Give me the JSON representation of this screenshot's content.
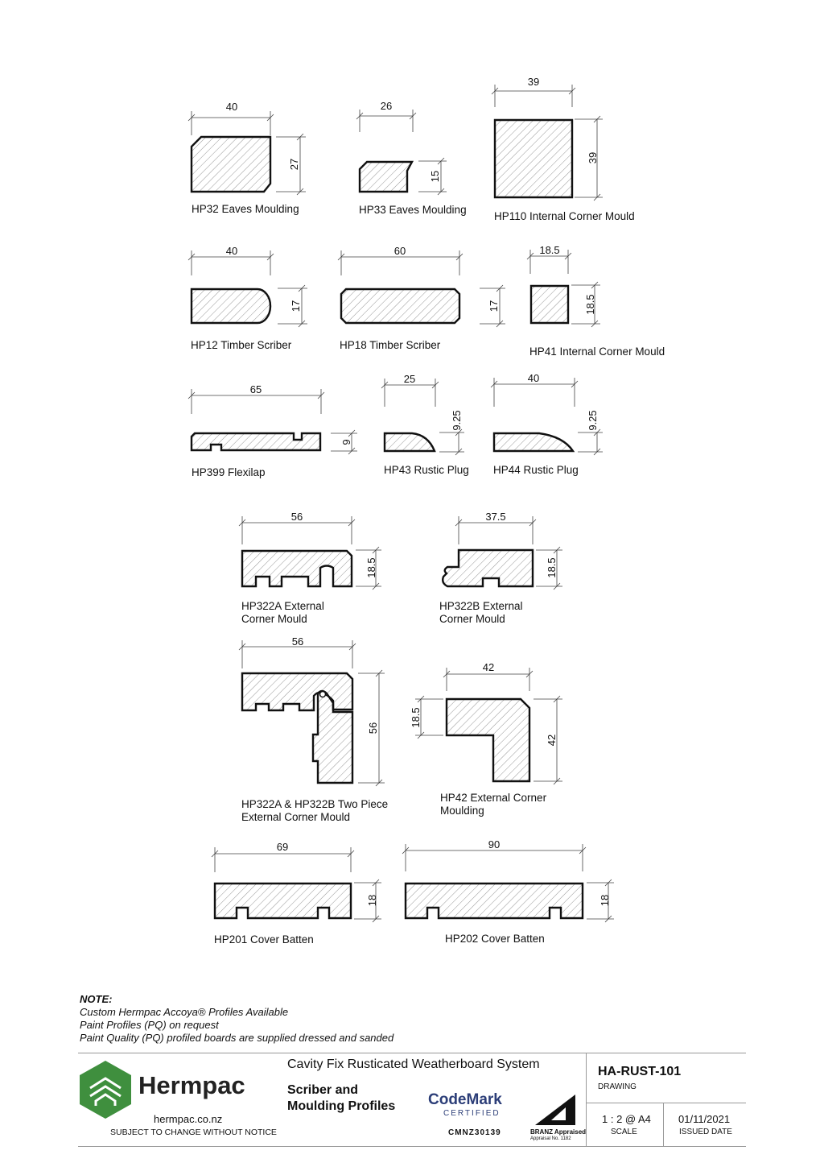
{
  "profiles": {
    "hp32": {
      "label": "HP32 Eaves Moulding",
      "w": "40",
      "h": "27"
    },
    "hp33": {
      "label": "HP33 Eaves Moulding",
      "w": "26",
      "h": "15"
    },
    "hp110": {
      "label": "HP110 Internal Corner Mould",
      "w": "39",
      "h": "39"
    },
    "hp12": {
      "label": "HP12 Timber Scriber",
      "w": "40",
      "h": "17"
    },
    "hp18": {
      "label": "HP18 Timber Scriber",
      "w": "60",
      "h": "17"
    },
    "hp41": {
      "label": "HP41 Internal Corner Mould",
      "w": "18.5",
      "h": "18.5"
    },
    "hp399": {
      "label": "HP399 Flexilap",
      "w": "65",
      "h": "9"
    },
    "hp43": {
      "label": "HP43 Rustic Plug",
      "w": "25",
      "h": "9.25"
    },
    "hp44": {
      "label": "HP44 Rustic Plug",
      "w": "40",
      "h": "9.25"
    },
    "hp322a": {
      "label_line1": "HP322A External",
      "label_line2": "Corner Mould",
      "w": "56",
      "h": "18.5"
    },
    "hp322b": {
      "label_line1": "HP322B External",
      "label_line2": "Corner Mould",
      "w": "37.5",
      "h": "18.5"
    },
    "hp322ab": {
      "label_line1": "HP322A & HP322B Two Piece",
      "label_line2": "External Corner Mould",
      "w": "56",
      "h": "56"
    },
    "hp42": {
      "label_line1": "HP42 External Corner",
      "label_line2": "Moulding",
      "w": "42",
      "h1": "18.5",
      "h2": "42"
    },
    "hp201": {
      "label": "HP201 Cover Batten",
      "w": "69",
      "h": "18"
    },
    "hp202": {
      "label": "HP202 Cover Batten",
      "w": "90",
      "h": "18"
    }
  },
  "note": {
    "heading": "NOTE:",
    "lines": [
      "Custom Hermpac Accoya® Profiles Available",
      "Paint Profiles (PQ) on request",
      "Paint Quality (PQ) profiled boards are supplied dressed and sanded"
    ]
  },
  "title_block": {
    "brand": "Hermpac",
    "website": "hermpac.co.nz",
    "disclaimer": "SUBJECT TO CHANGE WITHOUT NOTICE",
    "system": "Cavity Fix Rusticated Weatherboard System",
    "title_line1": "Scriber and",
    "title_line2": "Moulding Profiles",
    "codemark": "CodeMark",
    "codemark_certified": "CERTIFIED",
    "codemark_number": "CMNZ30139",
    "branz_label": "BRANZ Appraised",
    "branz_no": "Appraisal No. 1182",
    "drawing_no": "HA-RUST-101",
    "drawing_label": "DRAWING",
    "scale": "1 : 2 @ A4",
    "scale_label": "SCALE",
    "date": "01/11/2021",
    "date_label": "ISSUED DATE"
  },
  "colors": {
    "brand_green": "#3f8f3e",
    "ink": "#111111",
    "hatch": "#8a8a8a"
  }
}
